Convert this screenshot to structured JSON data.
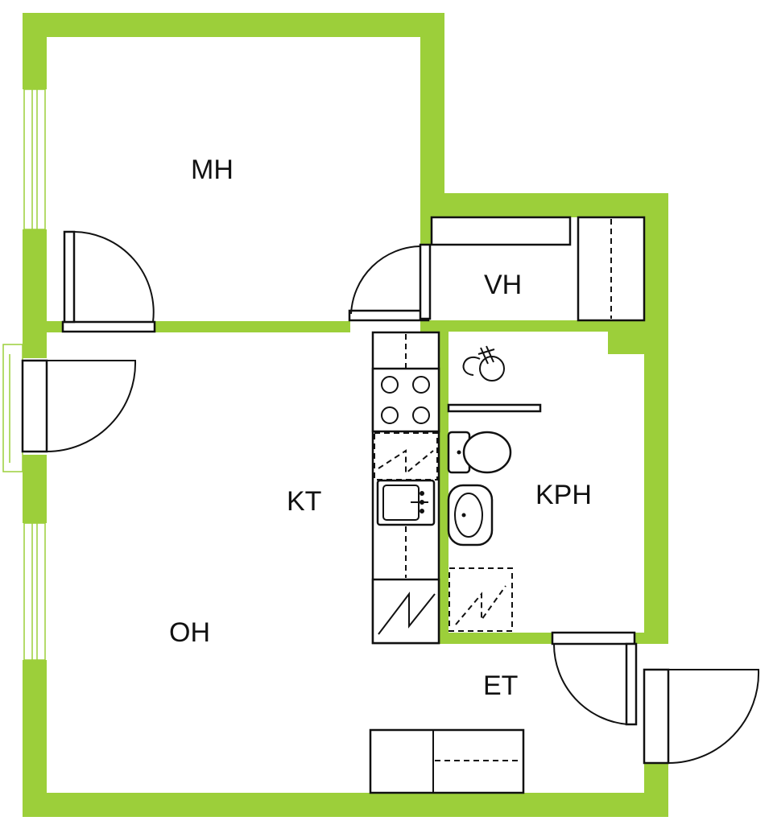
{
  "colors": {
    "wall": "#9ccf3a",
    "line": "#111111",
    "background": "#ffffff"
  },
  "rooms": {
    "mh": "MH",
    "vh": "VH",
    "kt": "KT",
    "kph": "KPH",
    "oh": "OH",
    "et": "ET"
  }
}
